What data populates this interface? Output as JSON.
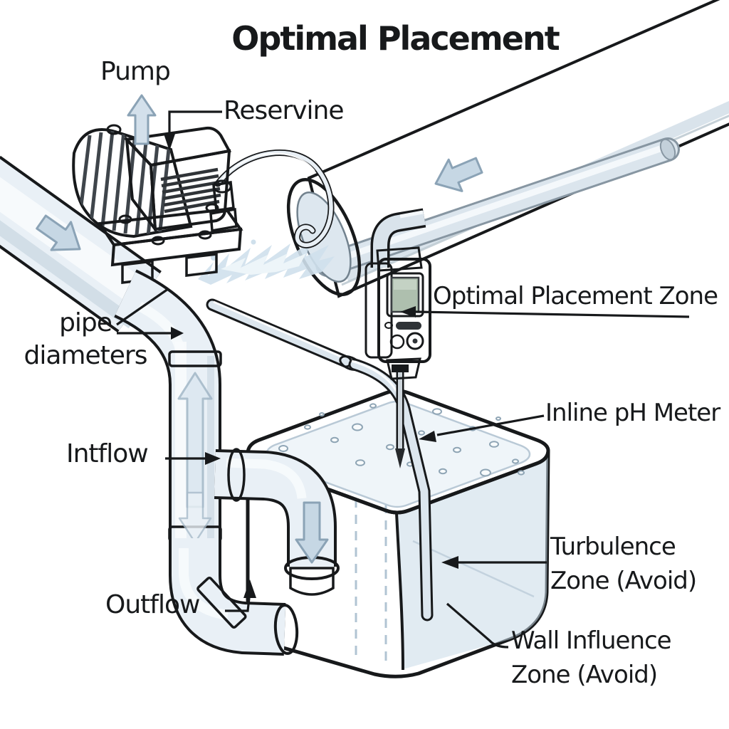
{
  "title": "Optimal Placement",
  "labels": {
    "pump": "Pump",
    "reservoir": "Reservine",
    "pipe_diameters": {
      "line1": "pipe",
      "line2": "diameters"
    },
    "inflow": "Intflow",
    "outflow": "Outflow",
    "optimal_zone": "Optimal Placement Zone",
    "inline_ph_meter": "Inline pH Meter",
    "turbulence_zone": {
      "line1": "Turbulence",
      "line2": "Zone (Avoid)"
    },
    "wall_influence_zone": {
      "line1": "Wall Influence",
      "line2": "Zone (Avoid)"
    }
  },
  "icons": {
    "flow_arrows": [
      "pump-discharge-up-arrow-icon",
      "main-pipe-flow-left-arrow-icon",
      "inlet-pipe-flow-arrow-icon",
      "vertical-pipe-up-arrow-icon",
      "vertical-pipe-down-arrow-icon",
      "tank-branch-down-arrow-icon"
    ]
  },
  "colors": {
    "background": "#ffffff",
    "outline": "#17191b",
    "text": "#17191b",
    "pipe_light": "#e9f0f6",
    "pipe_highlight": "#f8fbfd",
    "pipe_shade": "#ccd9e4",
    "water": "#dce8f2",
    "water_deep": "#c9dae8",
    "arrow_fill": "#c6d7e4",
    "arrow_stroke": "#8ba3b6",
    "pump_body": "#7c838b",
    "pump_dark": "#5a6068",
    "device_dark": "#3a3e42",
    "screen_green": "#aebfae",
    "button_green": "#7fa070"
  }
}
